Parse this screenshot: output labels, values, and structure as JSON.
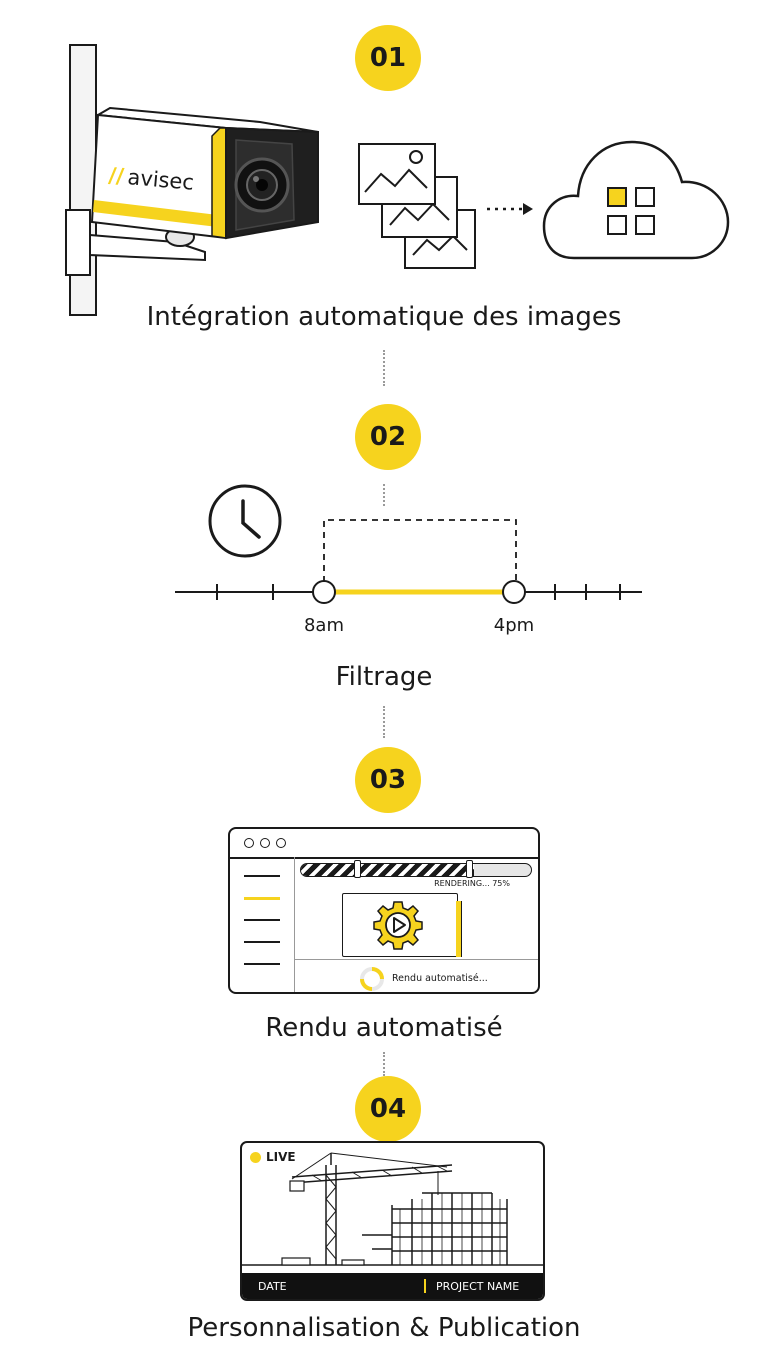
{
  "accent": "#F6D31E",
  "steps": [
    {
      "number": "01",
      "title": "Intégration automatique des images"
    },
    {
      "number": "02",
      "title": "Filtrage"
    },
    {
      "number": "03",
      "title": "Rendu automatisé"
    },
    {
      "number": "04",
      "title": "Personnalisation & Publication"
    }
  ],
  "camera": {
    "brand": "avisec",
    "icon": "camera-icon"
  },
  "filter": {
    "start_label": "8am",
    "end_label": "4pm",
    "icon": "clock-icon"
  },
  "render": {
    "progress_text": "RENDERING... 75%",
    "progress": 0.75,
    "status_text": "Rendu automatisé..."
  },
  "publish": {
    "live_label": "LIVE",
    "date_label": "DATE",
    "project_label": "PROJECT NAME"
  }
}
